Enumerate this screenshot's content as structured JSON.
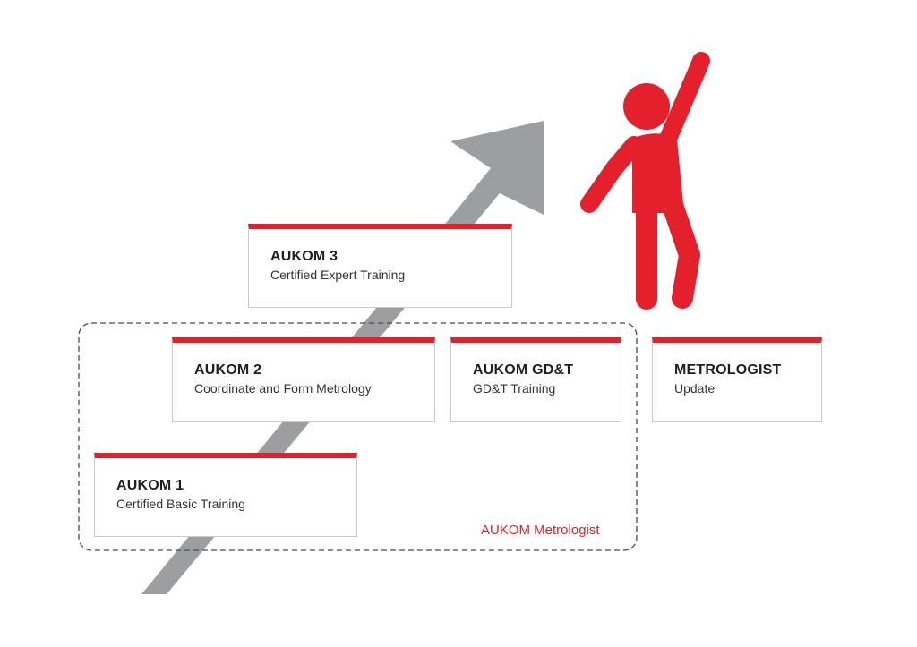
{
  "colors": {
    "accent": "#e3202b",
    "arrow": "#9d9ea0",
    "box_border": "#c9c9c9",
    "dashed_border": "#4a4a4a"
  },
  "steps": [
    {
      "title": "AUKOM 1",
      "subtitle": "Certified Basic Training"
    },
    {
      "title": "AUKOM 2",
      "subtitle": "Coordinate and Form Metrology"
    },
    {
      "title": "AUKOM 3",
      "subtitle": "Certified Expert Training"
    }
  ],
  "gdt": {
    "title": "AUKOM GD&T",
    "subtitle": "GD&T Training"
  },
  "metrologist": {
    "title": "METROLOGIST",
    "subtitle": "Update"
  },
  "group_label": "AUKOM Metrologist",
  "icons": {
    "arrow": "upward-progress-arrow-icon",
    "figure": "cheering-person-icon"
  }
}
